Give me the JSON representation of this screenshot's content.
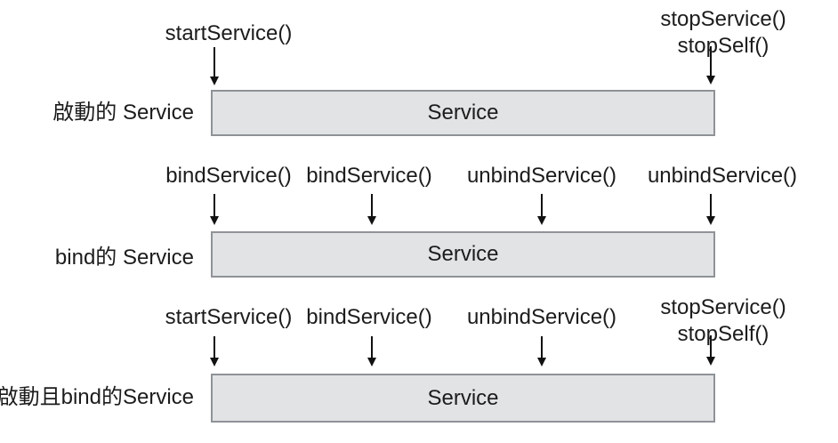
{
  "diagram": {
    "rows": [
      {
        "label": "啟動的 Service",
        "box_label": "Service",
        "calls": [
          {
            "lines": [
              "startService()"
            ]
          },
          {
            "lines": [
              "stopService()",
              "stopSelf()"
            ]
          }
        ]
      },
      {
        "label": "bind的 Service",
        "box_label": "Service",
        "calls": [
          {
            "lines": [
              "bindService()"
            ]
          },
          {
            "lines": [
              "bindService()"
            ]
          },
          {
            "lines": [
              "unbindService()"
            ]
          },
          {
            "lines": [
              "unbindService()"
            ]
          }
        ]
      },
      {
        "label": "啟動且bind的Service",
        "box_label": "Service",
        "calls": [
          {
            "lines": [
              "startService()"
            ]
          },
          {
            "lines": [
              "bindService()"
            ]
          },
          {
            "lines": [
              "unbindService()"
            ]
          },
          {
            "lines": [
              "stopService()",
              "stopSelf()"
            ]
          }
        ]
      }
    ],
    "colors": {
      "background": "#ffffff",
      "box_fill": "#e1e3e5",
      "box_border": "#8f9296",
      "text": "#1c1c1c",
      "arrow": "#111111"
    }
  }
}
